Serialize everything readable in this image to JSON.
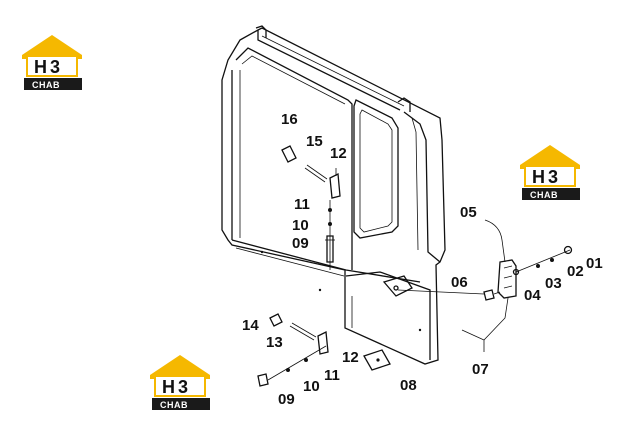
{
  "logos": [
    {
      "main_a": "H",
      "main_b": "3",
      "sub": "CHAB"
    },
    {
      "main_a": "H",
      "main_b": "3",
      "sub": "CHAB"
    },
    {
      "main_a": "H",
      "main_b": "3",
      "sub": "CHAB"
    }
  ],
  "callouts": [
    "16",
    "15",
    "12",
    "11",
    "10",
    "09",
    "05",
    "06",
    "04",
    "03",
    "02",
    "01",
    "14",
    "13",
    "12",
    "11",
    "10",
    "09",
    "08",
    "07"
  ],
  "colors": {
    "logo_yellow": "#f5b800",
    "logo_dark": "#1a1a1a",
    "line": "#111111"
  }
}
